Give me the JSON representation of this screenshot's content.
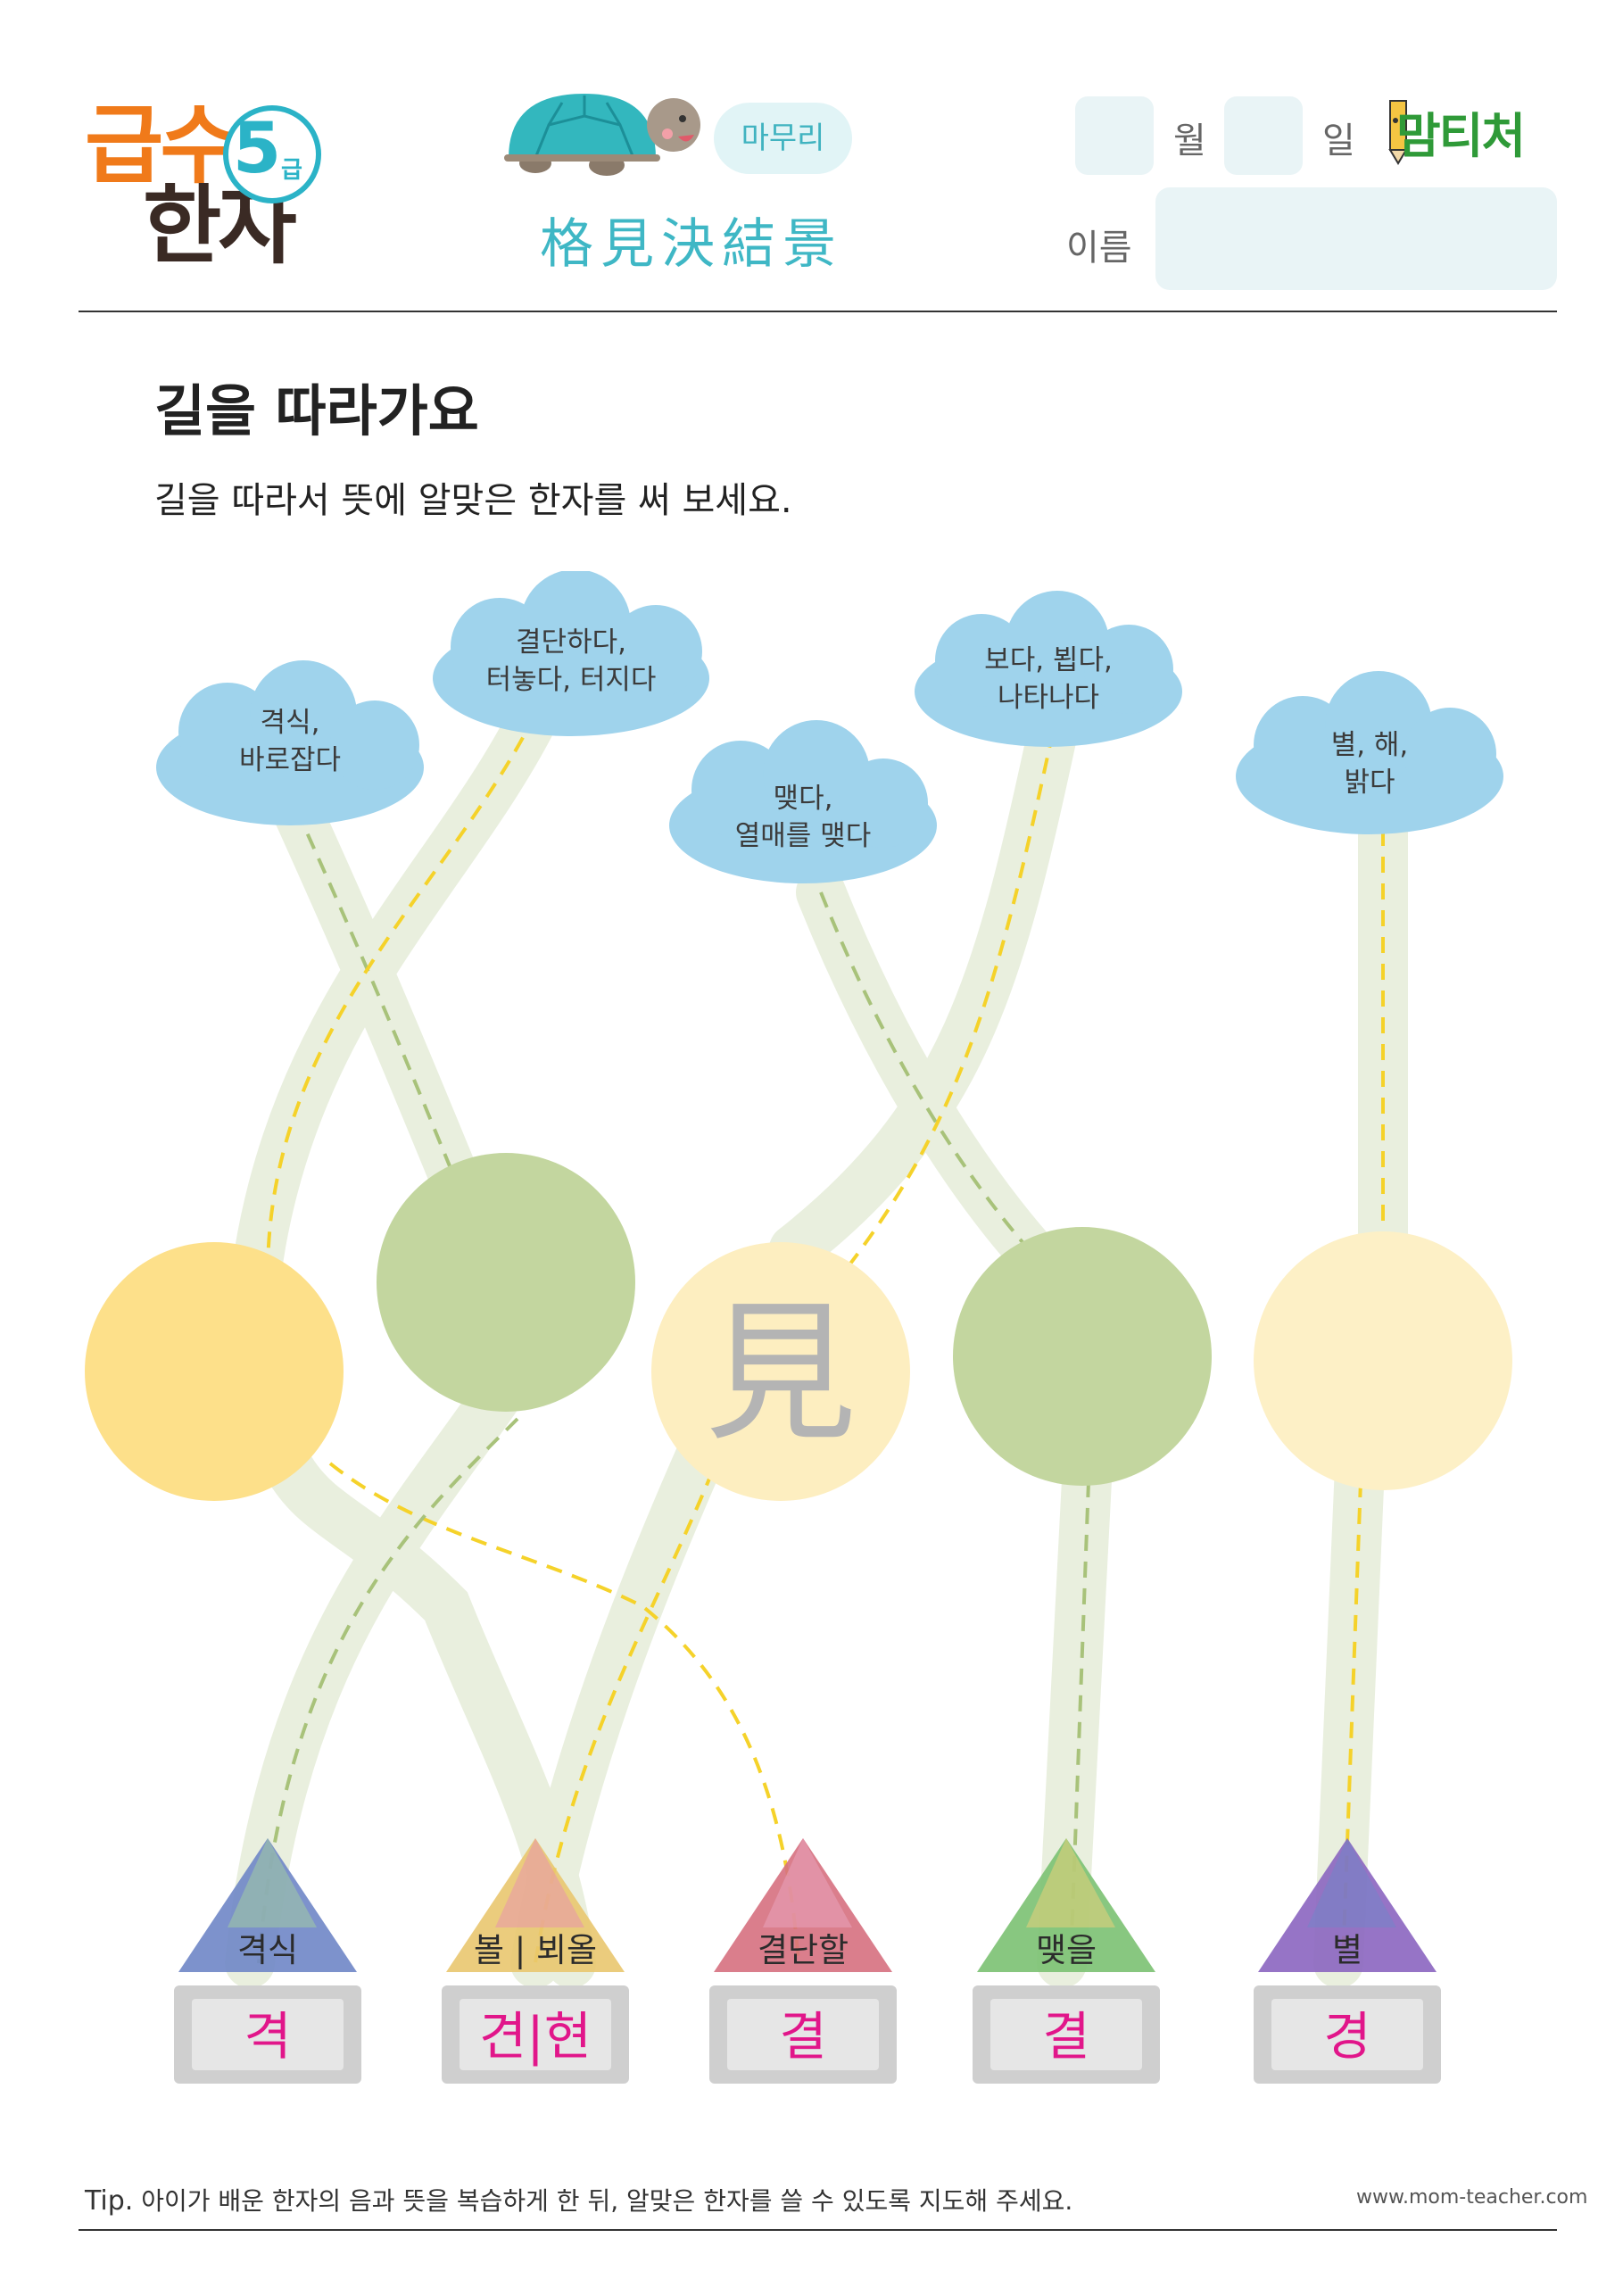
{
  "logo": {
    "line1": "급수",
    "line2": "한자",
    "grade_number": "5",
    "grade_suffix": "급"
  },
  "stage_badge": "마무리",
  "title_hanja": "格見決結景",
  "date": {
    "month_label": "월",
    "day_label": "일"
  },
  "name_label": "이름",
  "brand": "맘티처",
  "heading": "길을 따라가요",
  "instruction": "길을 따라서 뜻에 알맞은 한자를 써 보세요.",
  "clouds": [
    {
      "line1": "격식,",
      "line2": "바로잡다"
    },
    {
      "line1": "결단하다,",
      "line2": "터놓다, 터지다"
    },
    {
      "line1": "맺다,",
      "line2": "열매를 맺다"
    },
    {
      "line1": "보다, 뵙다,",
      "line2": "나타나다"
    },
    {
      "line1": "별, 해,",
      "line2": "밝다"
    }
  ],
  "circles": [
    {
      "char": "",
      "color": "#fde08a"
    },
    {
      "char": "",
      "color": "#c3d69f"
    },
    {
      "char": "見",
      "color": "#fdeec0"
    },
    {
      "char": "",
      "color": "#c3d69f"
    },
    {
      "char": "",
      "color": "#fdf0c6"
    }
  ],
  "houses": [
    {
      "meaning": "격식",
      "sound": "격",
      "roof_color": "#6f86c7"
    },
    {
      "meaning": "볼 | 뵈올",
      "sound": "견|현",
      "roof_color": "#e9c66f"
    },
    {
      "meaning": "결단할",
      "sound": "결",
      "roof_color": "#d6707f"
    },
    {
      "meaning": "맺을",
      "sound": "결",
      "roof_color": "#7bc172"
    },
    {
      "meaning": "별",
      "sound": "경",
      "roof_color": "#8b65c0"
    }
  ],
  "tip": {
    "label": "Tip.",
    "text": "아이가 배운 한자의 음과 뜻을 복습하게 한 뒤, 알맞은 한자를 쓸 수 있도록 지도해 주세요."
  },
  "website": "www.mom-teacher.com"
}
